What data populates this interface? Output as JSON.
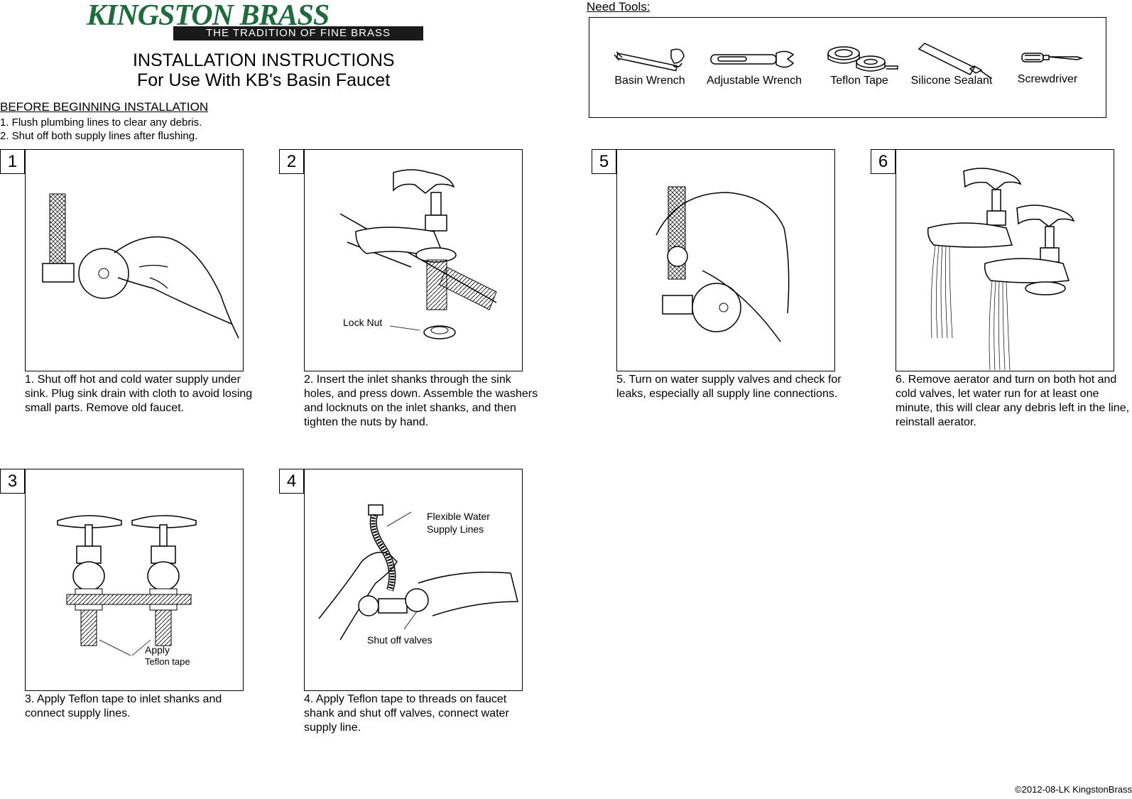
{
  "header": {
    "brand": "KINGSTON BRASS",
    "tagline": "THE TRADITION OF FINE BRASS",
    "title_line1": "INSTALLATION INSTRUCTIONS",
    "title_line2": "For Use With KB's Basin Faucet"
  },
  "before": {
    "heading": "BEFORE BEGINNING INSTALLATION",
    "items": [
      "1. Flush plumbing lines to clear any debris.",
      "2. Shut off both supply lines after flushing."
    ]
  },
  "tools": {
    "heading": "Need Tools:",
    "items": [
      {
        "label": "Basin Wrench",
        "icon": "basin-wrench-icon"
      },
      {
        "label": "Adjustable Wrench",
        "icon": "adjustable-wrench-icon"
      },
      {
        "label": "Teflon Tape",
        "icon": "teflon-tape-icon"
      },
      {
        "label": "Silicone Sealant",
        "icon": "silicone-sealant-icon"
      },
      {
        "label": "Screwdriver",
        "icon": "screwdriver-icon"
      }
    ]
  },
  "steps": [
    {
      "number": "1",
      "caption": "1. Shut off hot and cold water supply under sink. Plug sink drain with cloth to avoid losing small parts. Remove old faucet."
    },
    {
      "number": "2",
      "caption": "2. Insert the inlet shanks through the sink holes, and press down.  Assemble the washers and locknuts on the inlet shanks, and then tighten the nuts by hand.",
      "label": "Lock Nut"
    },
    {
      "number": "3",
      "caption": "3. Apply Teflon tape to inlet shanks and connect supply lines.",
      "label_line1": "Apply",
      "label_line2": "Teflon tape"
    },
    {
      "number": "4",
      "caption": "4. Apply Teflon tape to threads on faucet shank and shut off valves, connect water supply line.",
      "label_line1": "Flexible Water",
      "label_line2": "Supply Lines",
      "label2": "Shut off valves"
    },
    {
      "number": "5",
      "caption": "5. Turn on water supply valves and check for leaks, especially all supply line connections."
    },
    {
      "number": "6",
      "caption": "6. Remove aerator and turn on both hot and cold valves, let water run for at least one minute, this will clear any debris left in the line, reinstall aerator."
    }
  ],
  "footer": {
    "copyright": "©2012-08-LK KingstonBrass"
  }
}
